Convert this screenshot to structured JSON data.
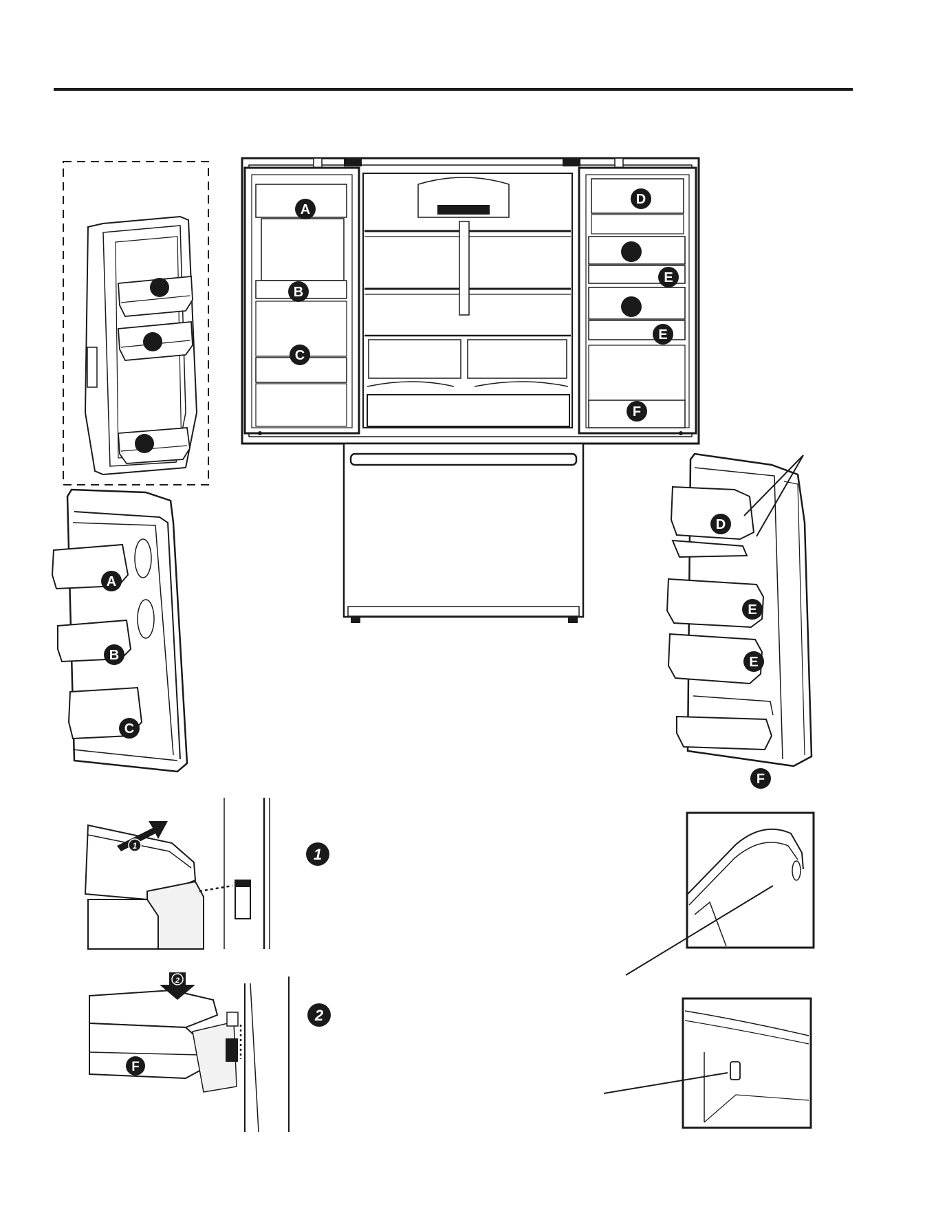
{
  "labels": {
    "A": "A",
    "B": "B",
    "C": "C",
    "D": "D",
    "E": "E",
    "F": "F"
  },
  "steps": {
    "one": "1",
    "two": "2"
  },
  "colors": {
    "ink": "#1a1a1a",
    "paper": "#ffffff"
  }
}
